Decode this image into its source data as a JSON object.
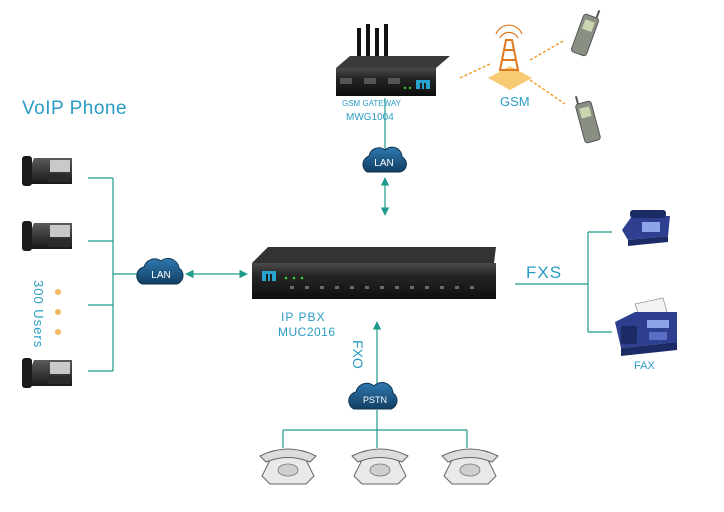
{
  "voip_title": "VoIP  Phone",
  "users_label": "300  Users",
  "gsm_gateway": {
    "name": "GSM  GATEWAY",
    "model": "MWG1004"
  },
  "gsm_label": "GSM",
  "lan_top": "LAN",
  "lan_left": "LAN",
  "pbx": {
    "name": "IP   PBX",
    "model": "MUC2016"
  },
  "fxs_label": "FXS",
  "fxo_label": "FXO",
  "pstn_label": "PSTN",
  "fax_label": "FAX",
  "colors": {
    "line": "#1f9a8a",
    "text": "#2a9cc4",
    "cloud": "#1c5b8a",
    "device": "#1e1e1e"
  }
}
